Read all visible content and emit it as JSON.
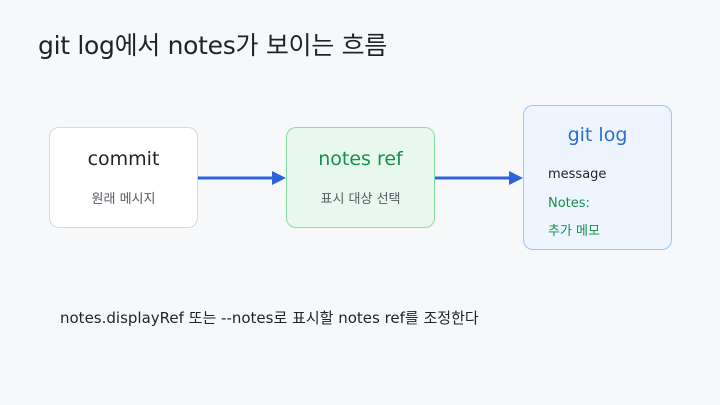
{
  "title": "git log에서 notes가 보이는 흐름",
  "nodes": {
    "commit": {
      "name": "commit",
      "sub": "원래 메시지"
    },
    "notes_ref": {
      "name": "notes ref",
      "sub": "표시 대상 선택"
    },
    "git_log": {
      "name": "git log",
      "message": "message",
      "notes_label": "Notes:",
      "notes_text": "추가 메모"
    }
  },
  "caption": "notes.displayRef 또는 --notes로 표시할 notes ref를 조정한다",
  "colors": {
    "arrow": "#2b63d9",
    "notes_green": "#14904a",
    "log_blue": "#2a6fd1"
  }
}
